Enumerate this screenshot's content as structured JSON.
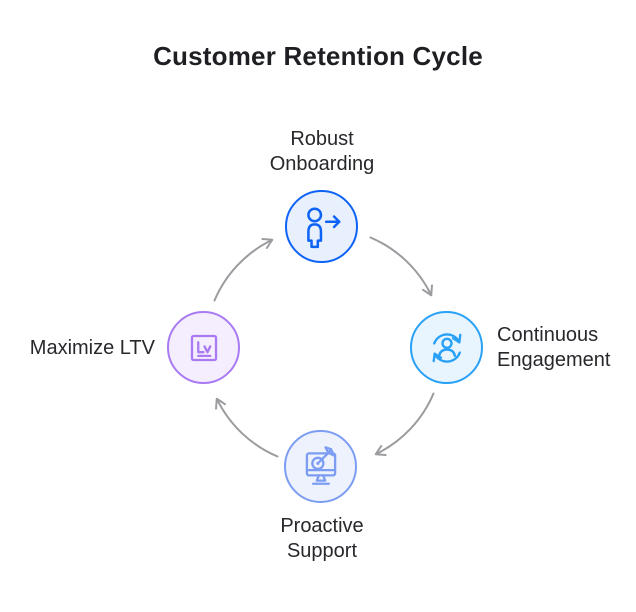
{
  "title": "Customer Retention Cycle",
  "diagram": {
    "type": "cycle",
    "direction": "clockwise",
    "arrow_color": "#9c9ca0",
    "nodes": [
      {
        "label": "Robust Onboarding",
        "lines": [
          "Robust",
          "Onboarding"
        ],
        "position": "top",
        "icon": "person-arrow-icon",
        "accent": "#0e63f7",
        "fill": "#e9f0fd"
      },
      {
        "label": "Continuous Engagement",
        "lines": [
          "Continuous",
          "Engagement"
        ],
        "position": "right",
        "icon": "refresh-user-icon",
        "accent": "#29a1f6",
        "fill": "#e9f5fe"
      },
      {
        "label": "Proactive Support",
        "lines": [
          "Proactive",
          "Support"
        ],
        "position": "bottom",
        "icon": "monitor-target-icon",
        "accent": "#7d9df3",
        "fill": "#edf2fd"
      },
      {
        "label": "Maximize LTV",
        "lines": [
          "Maximize LTV"
        ],
        "position": "left",
        "icon": "level-badge-icon",
        "accent": "#a97af2",
        "fill": "#f5eefe"
      }
    ]
  }
}
